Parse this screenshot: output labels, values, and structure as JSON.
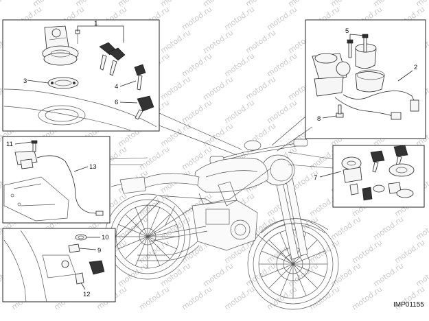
{
  "diagram_code": "IMP01155",
  "watermark_text": "motod.ru",
  "callouts": {
    "c1": "1",
    "c2": "2",
    "c3": "3",
    "c4": "4",
    "c5": "5",
    "c6": "6",
    "c7": "7",
    "c8": "8",
    "c9": "9",
    "c10": "10",
    "c11": "11",
    "c12": "12",
    "c13": "13"
  }
}
